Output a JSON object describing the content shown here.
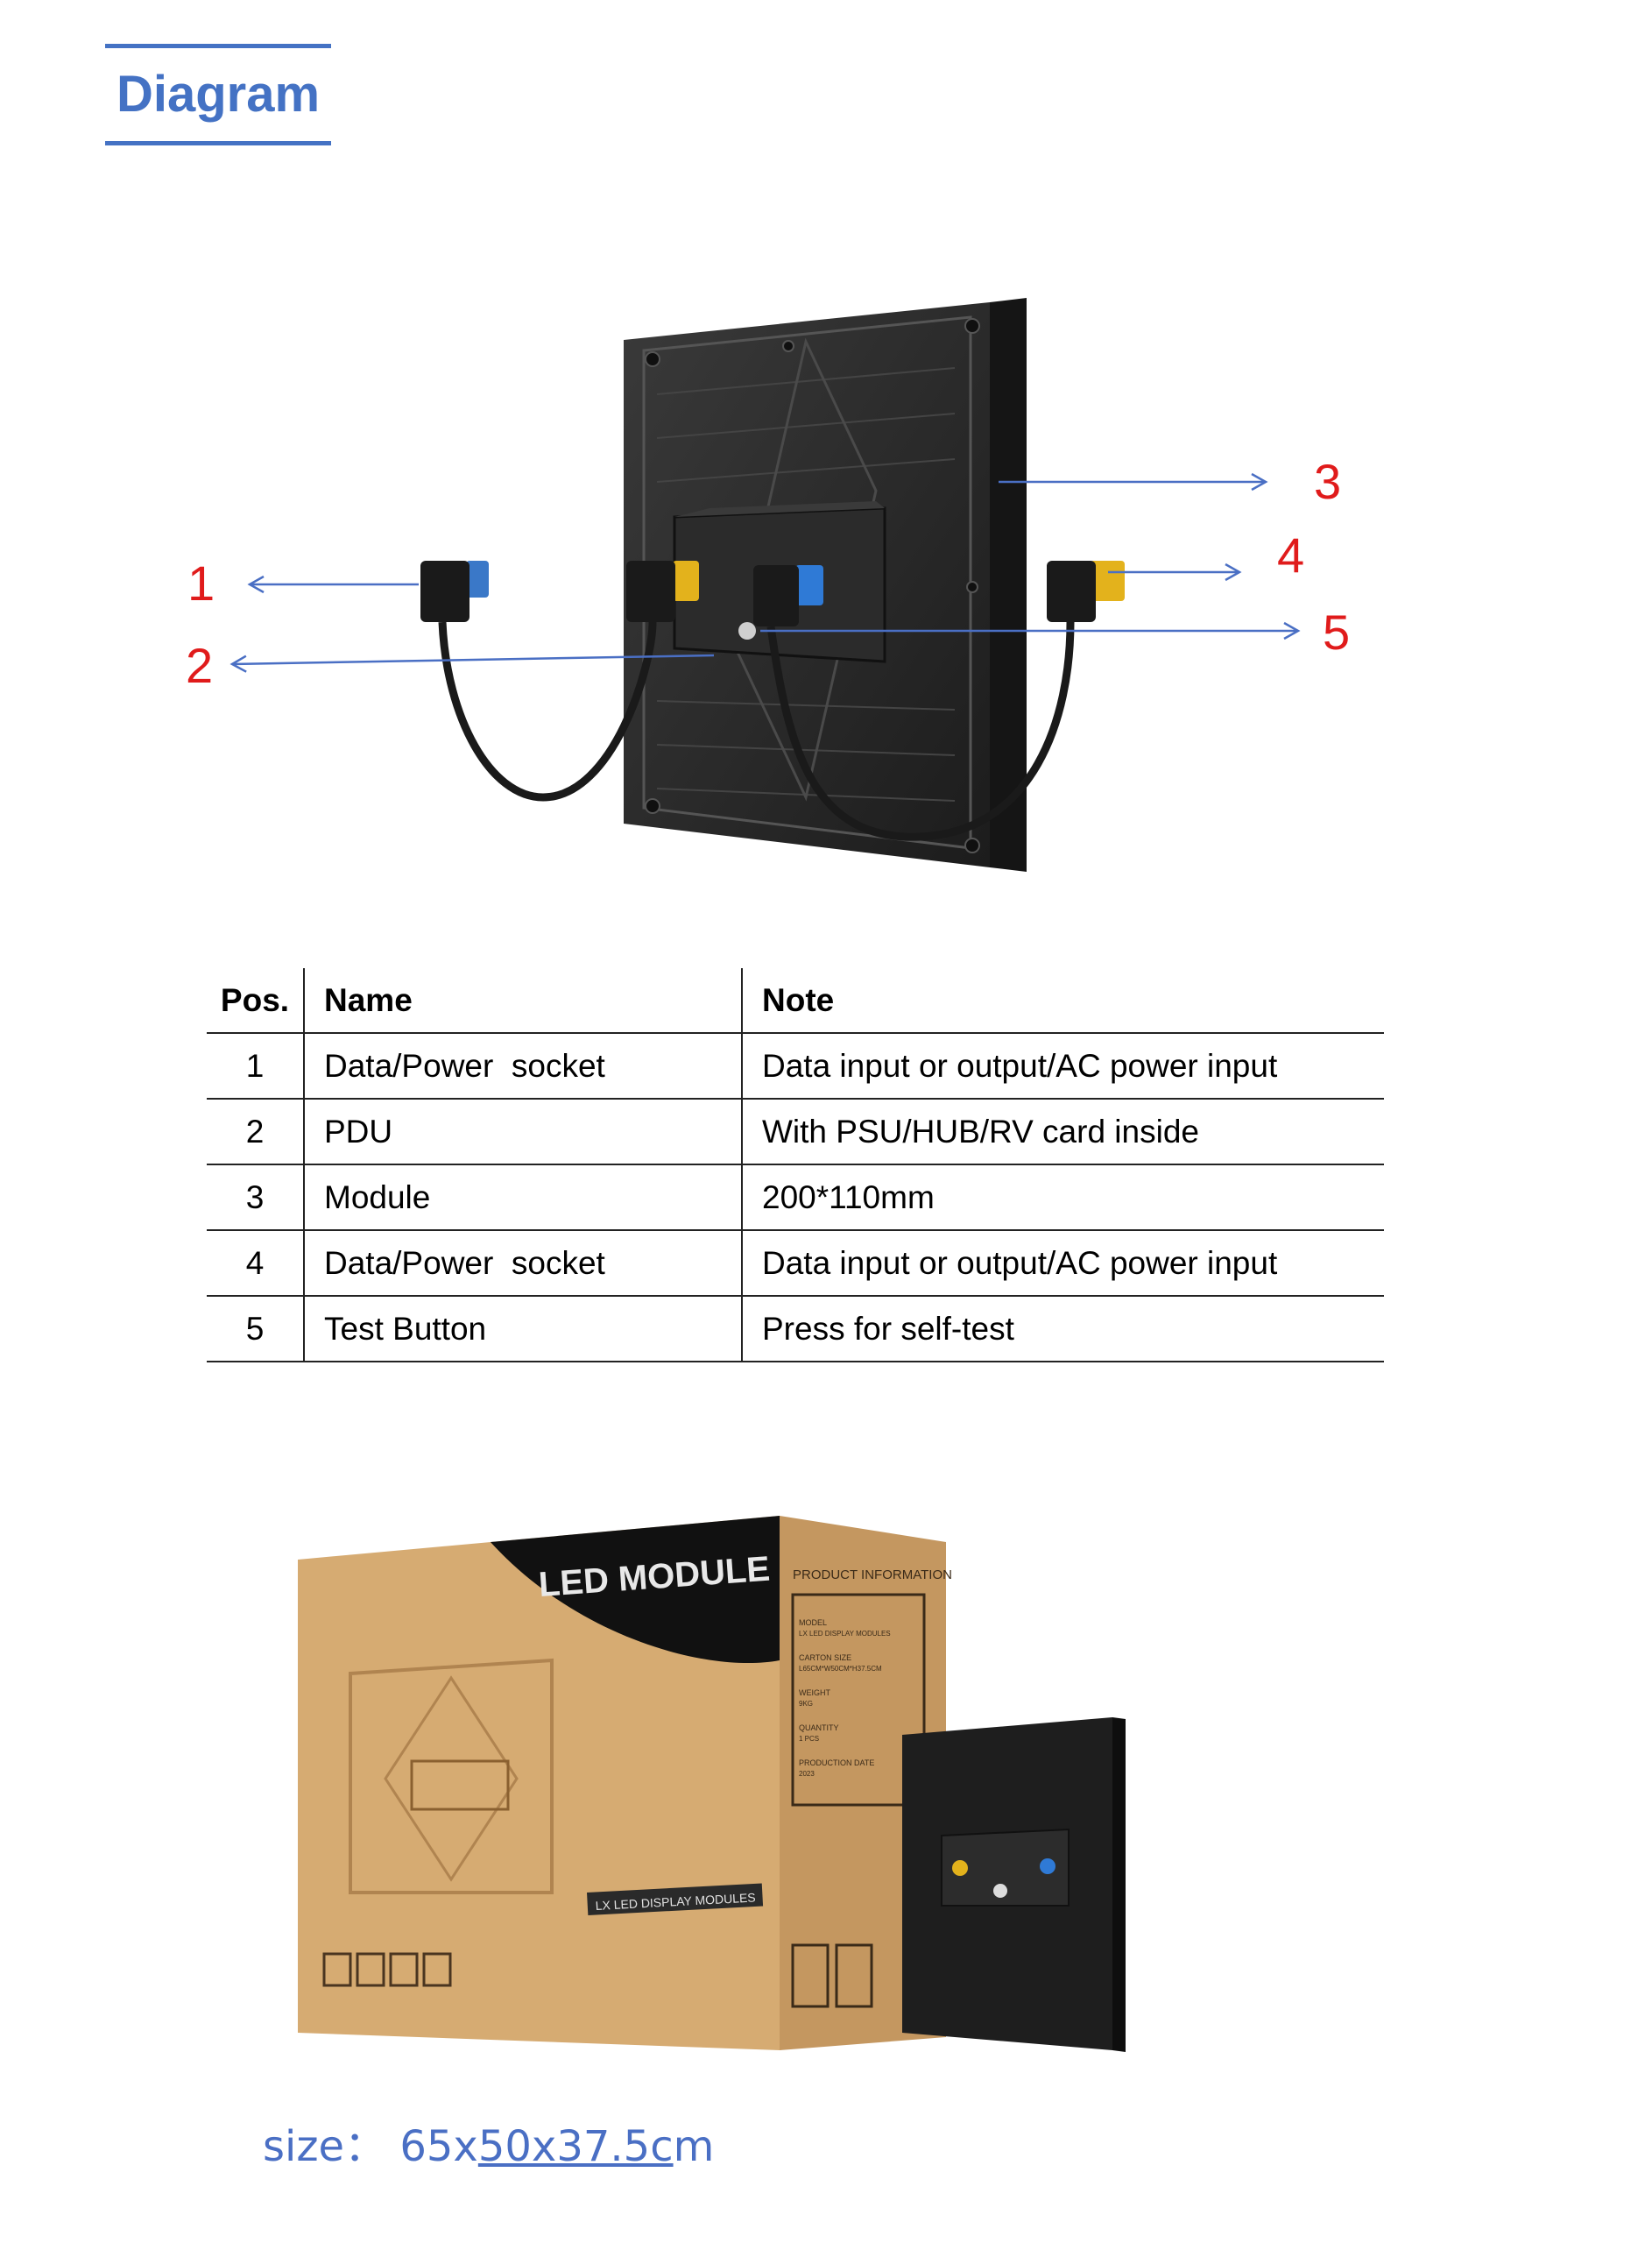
{
  "section": {
    "title": "Diagram"
  },
  "colors": {
    "accent": "#4472c4",
    "callout_red": "#e01b1b",
    "arrow_blue": "#4a6fc4"
  },
  "callouts": [
    "1",
    "2",
    "3",
    "4",
    "5"
  ],
  "table": {
    "headers": [
      "Pos.",
      "Name",
      "Note"
    ],
    "rows": [
      {
        "pos": "1",
        "name": "Data/Power  socket",
        "note": "Data input or output/AC power input"
      },
      {
        "pos": "2",
        "name": "PDU",
        "note": "With PSU/HUB/RV card inside"
      },
      {
        "pos": "3",
        "name": "Module",
        "note": "200*110mm"
      },
      {
        "pos": "4",
        "name": "Data/Power  socket",
        "note": "Data input or output/AC power input"
      },
      {
        "pos": "5",
        "name": "Test Button",
        "note": "Press for self-test"
      }
    ]
  },
  "box": {
    "brand": "LED MODULE",
    "product_info_title": "PRODUCT INFORMATION",
    "fields": [
      "MODEL",
      "CARTON SIZE",
      "WEIGHT",
      "QUANTITY",
      "PRODUCTION DATE"
    ],
    "values": [
      "LX LED DISPLAY MODULES",
      "L65CM*W50CM*H37.5CM",
      "9KG",
      "1 PCS",
      "2023"
    ],
    "strip": "LX LED DISPLAY MODULES"
  },
  "size": {
    "prefix": "size： 65x",
    "underlined": "50x37.5c",
    "suffix": "m"
  }
}
